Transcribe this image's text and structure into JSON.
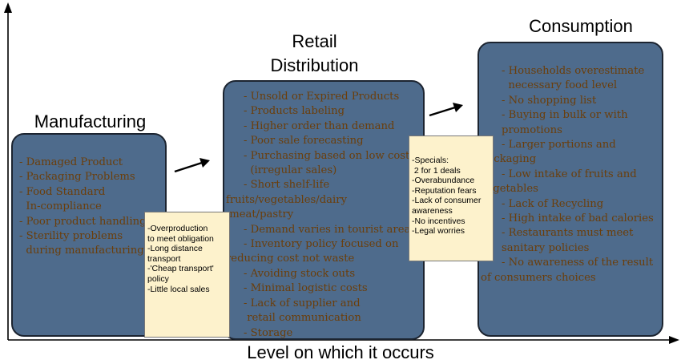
{
  "stages": {
    "manufacturing": {
      "title": "Manufacturing",
      "items": [
        "- Damaged Product",
        "- Packaging Problems",
        "- Food Standard",
        "  In-compliance",
        "- Poor product handling",
        "- Sterility problems",
        "  during manufacturing"
      ]
    },
    "retail": {
      "title_line1": "Retail",
      "title_line2": "Distribution",
      "items": [
        "- Unsold or Expired Products",
        "- Products labeling",
        "- Higher order than demand",
        "- Poor sale forecasting",
        "- Purchasing based on low cost",
        "  (irregular sales)",
        "- Short shelf-life",
        "fruits/vegetables/dairy",
        " meat/pastry",
        "- Demand varies in tourist areas",
        "- Inventory policy focused on",
        "reducing cost not waste",
        "- Avoiding stock outs",
        "- Minimal logistic costs",
        "- Lack of supplier and",
        " retail communication",
        "- Storage"
      ]
    },
    "consumption": {
      "title": "Consumption",
      "items": [
        "- Households overestimate",
        "  necessary food level",
        "- No shopping list",
        "- Buying in bulk or with",
        "promotions",
        "- Larger portions and",
        "packaging",
        "- Low intake of fruits and",
        "vegetables",
        "- Lack of Recycling",
        "- High intake of bad calories",
        "- Restaurants must meet",
        "sanitary policies",
        "- No awareness of the result",
        "of consumers choices"
      ]
    }
  },
  "notes": {
    "manufacturing_to_retail": [
      "-Overproduction",
      "to meet obligation",
      "-Long distance",
      "transport",
      "-'Cheap transport'",
      "policy",
      "-Little local sales"
    ],
    "retail_to_consumption": [
      "-Specials:",
      " 2 for 1 deals",
      "-Overabundance",
      "-Reputation fears",
      "-Lack of consumer",
      "awareness",
      "-No incentives",
      "-Legal worries"
    ]
  },
  "axis": {
    "x_label": "Level on which it occurs"
  },
  "colors": {
    "box_fill": "#4e6b8c",
    "box_border": "#1c2430",
    "box_text": "#6b3e0a",
    "note_fill": "#fdf2cc"
  }
}
